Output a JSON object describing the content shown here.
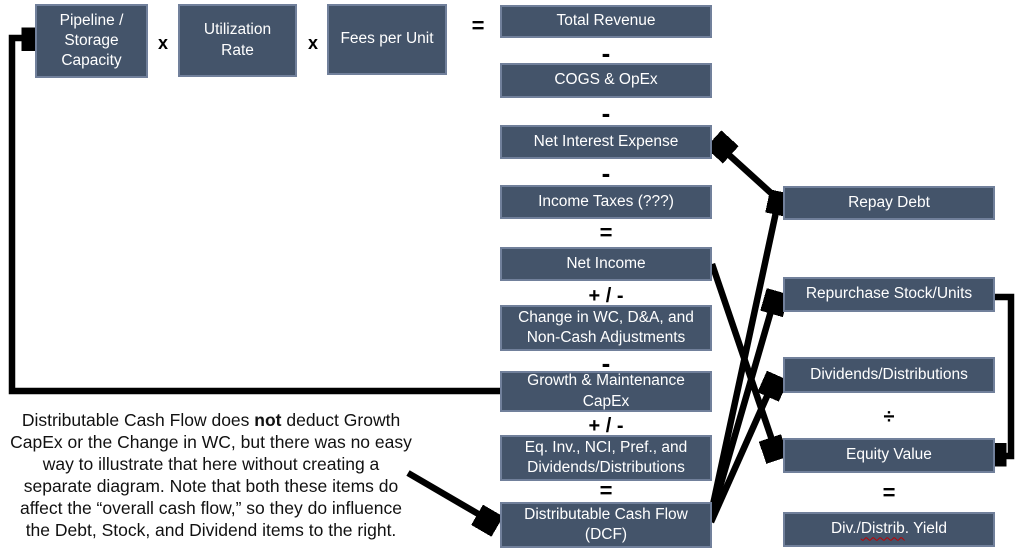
{
  "colors": {
    "box_fill": "#44546A",
    "box_border": "#71809B",
    "box_text": "#FFFFFF",
    "arrow": "#000000",
    "spellcheck_underline": "#C00000",
    "background": "#FFFFFF"
  },
  "top_row": {
    "capacity_box": "Pipeline / Storage Capacity",
    "multiply_1": "x",
    "utilization_box": "Utilization Rate",
    "multiply_2": "x",
    "fees_box": "Fees per Unit",
    "equals": "="
  },
  "income_column": {
    "total_revenue": "Total Revenue",
    "minus_1": "-",
    "cogs_opex": "COGS & OpEx",
    "minus_2": "-",
    "net_interest_expense": "Net Interest Expense",
    "minus_3": "-",
    "income_taxes": "Income Taxes (???)",
    "equals_1": "=",
    "net_income": "Net Income",
    "plus_minus_1": "+ / -",
    "change_wc": "Change in WC, D&A, and Non-Cash Adjustments",
    "minus_4": "-",
    "growth_capex": "Growth & Maintenance CapEx",
    "plus_minus_2": "+ / -",
    "eq_inv": "Eq. Inv., NCI, Pref., and Dividends/Distributions",
    "equals_2": "=",
    "dcf": "Distributable Cash Flow (DCF)"
  },
  "uses_column": {
    "repay_debt": "Repay Debt",
    "repurchase": "Repurchase Stock/Units",
    "dividends": "Dividends/Distributions",
    "divide": "÷",
    "equity_value": "Equity Value",
    "equals": "=",
    "yield_pre": "Div./",
    "yield_squiggle": "Distrib",
    "yield_post": ". Yield"
  },
  "note": {
    "line1_pre": "Distributable Cash Flow does ",
    "line1_bold": "not",
    "line1_post": " deduct Growth",
    "line2": "CapEx or the Change in WC, but there was no easy",
    "line3": "way to illustrate that here without creating a",
    "line4": "separate diagram. Note that both these items do",
    "line5": "affect the “overall cash flow,” so they do influence",
    "line6": "the Debt, Stock, and Dividend items to the right."
  },
  "connections": [
    {
      "from": "growth-maintenance-capex",
      "to": "pipeline-storage-capacity"
    },
    {
      "from": "repay-debt",
      "to": "net-interest-expense"
    },
    {
      "from": "distributable-cash-flow",
      "to": "repay-debt"
    },
    {
      "from": "distributable-cash-flow",
      "to": "repurchase-stock-units"
    },
    {
      "from": "distributable-cash-flow",
      "to": "dividends-distributions"
    },
    {
      "from": "net-income",
      "to": "equity-value"
    },
    {
      "from": "repurchase-stock-units",
      "to": "equity-value"
    },
    {
      "from": "note",
      "to": "distributable-cash-flow"
    }
  ]
}
